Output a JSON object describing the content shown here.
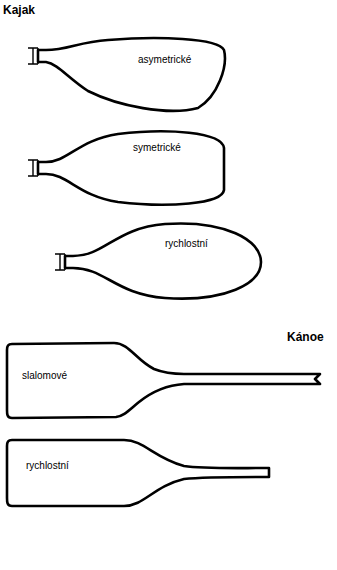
{
  "diagram": {
    "nodes": [
      {
        "text": [
          "asymetrické"
        ]
      },
      {
        "text": [
          "symetrické"
        ]
      },
      {
        "text": [
          "rychlostní"
        ]
      },
      {
        "text": [
          "slalomové"
        ]
      },
      {
        "text": [
          "rychlostní"
        ]
      }
    ],
    "labels": [
      "Kajak",
      "Kánoe"
    ]
  }
}
